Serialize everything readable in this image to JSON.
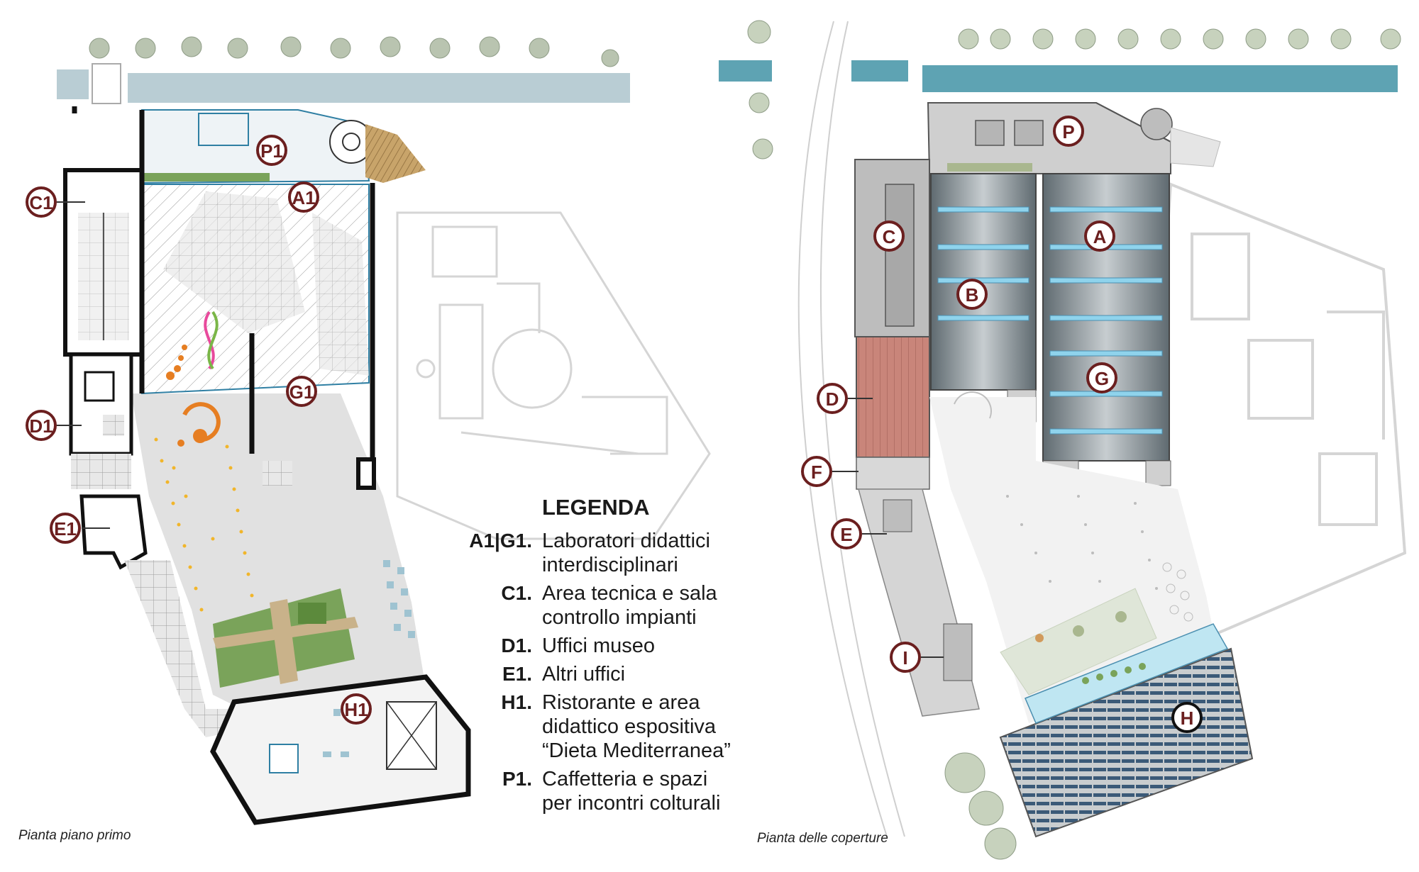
{
  "left_plan": {
    "caption": "Pianta piano primo",
    "labels": [
      "C1",
      "D1",
      "E1",
      "A1",
      "G1",
      "P1",
      "H1"
    ]
  },
  "right_plan": {
    "caption": "Pianta delle coperture",
    "labels": [
      "A",
      "B",
      "C",
      "D",
      "E",
      "F",
      "G",
      "H",
      "I",
      "P"
    ]
  },
  "legend": {
    "title": "LEGENDA",
    "items": [
      {
        "code": "A1|G1.",
        "lines": [
          "Laboratori didattici",
          "interdisciplinari"
        ]
      },
      {
        "code": "C1.",
        "lines": [
          "Area tecnica e sala",
          "controllo impianti"
        ]
      },
      {
        "code": "D1.",
        "lines": [
          "Uffici museo"
        ]
      },
      {
        "code": "E1.",
        "lines": [
          "Altri uffici"
        ]
      },
      {
        "code": "H1.",
        "lines": [
          "Ristorante e area",
          "didattico espositiva",
          "“Dieta Mediterranea”"
        ]
      },
      {
        "code": "P1.",
        "lines": [
          "Caffetteria e spazi",
          "per incontri colturali"
        ]
      }
    ]
  },
  "colors": {
    "label_ring": "#6b1f1f",
    "water": "#5ea3b3",
    "water_light": "#b9cdd4",
    "roof_panel": "#7f8c93",
    "skylight": "#8fd3ec",
    "terracotta": "#c9857a",
    "lawn": "#7aa35a",
    "wall": "#111111",
    "floor": "#e1e1e1",
    "dots": "#f1b52a"
  }
}
